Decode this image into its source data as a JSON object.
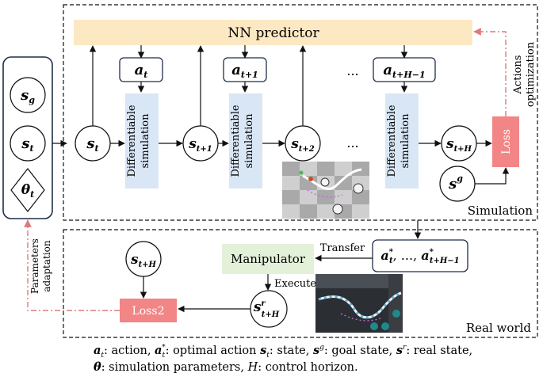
{
  "predictor": {
    "label": "NN predictor"
  },
  "inputs": {
    "s_goal": {
      "base": "s",
      "sub": "g"
    },
    "s_t": {
      "base": "s",
      "sub": "t"
    },
    "theta_t": {
      "base": "θ",
      "sub": "t"
    }
  },
  "actions": [
    {
      "base": "a",
      "sub": "t"
    },
    {
      "base": "a",
      "sub": "t+1"
    },
    {
      "base": "a",
      "sub": "t+H−1"
    }
  ],
  "ellipsis": "...",
  "diff_sim_label_1": "Differentiable",
  "diff_sim_label_2": "simulation",
  "states": [
    {
      "base": "s",
      "sub": "t"
    },
    {
      "base": "s",
      "sub": "t+1"
    },
    {
      "base": "s",
      "sub": "t+2"
    },
    {
      "base": "s",
      "sub": "t+H"
    }
  ],
  "goal_state": {
    "base": "s",
    "sup": "g"
  },
  "loss": {
    "label": "Loss"
  },
  "actions_optimization": {
    "line1": "Actions",
    "line2": "optimization"
  },
  "simulation_label": "Simulation",
  "real_world_label": "Real world",
  "optimal_actions": {
    "first_base": "a",
    "first_sub": "t",
    "first_sup": "*",
    "mid": ", ..., ",
    "last_base": "a",
    "last_sub": "t+H−1",
    "last_sup": "*"
  },
  "transfer_label": "Transfer",
  "manipulator": {
    "label": "Manipulator"
  },
  "execute_label": "Execute",
  "real_state_sim": {
    "base": "s",
    "sub": "t+H"
  },
  "real_state": {
    "base": "s",
    "sup": "r",
    "sub": "t+H"
  },
  "loss2": {
    "label": "Loss2"
  },
  "parameters_adaptation": {
    "line1": "Parameters",
    "line2": "adaptation"
  },
  "caption": {
    "line1": "a_t: action, a_t*: optimal action s_t: state, s^g: goal state, s^r: real state,",
    "line2": "θ: simulation parameters, H: control horizon.",
    "l1_parts": [
      "a",
      "t",
      ": action, ",
      "a",
      "t",
      "*",
      ": optimal action ",
      "s",
      "t",
      ": state, ",
      "s",
      "g",
      ": goal state, ",
      "s",
      "r",
      ": real state,"
    ],
    "l2_parts": [
      "θ",
      ": simulation parameters, ",
      "H",
      ": control horizon."
    ]
  },
  "colors": {
    "predictor_fill": "#fce9c3",
    "sim_fill": "#d9e6f5",
    "loss_fill": "#f28585",
    "manipulator_fill": "#e3f1d9",
    "feedback_dash": "#e07a7a"
  }
}
